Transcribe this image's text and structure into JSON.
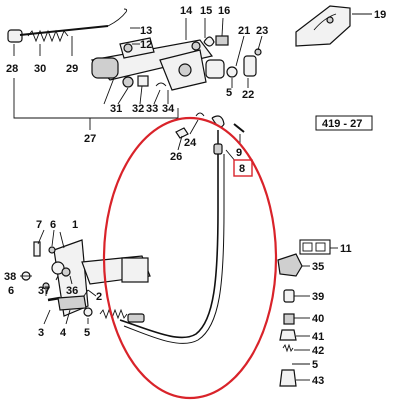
{
  "diagram": {
    "ref_code": "419 - 27",
    "callouts": {
      "c1": "1",
      "c2": "2",
      "c3": "3",
      "c4": "4",
      "c5": "5",
      "c6a": "6",
      "c6b": "6",
      "c7": "7",
      "c8": "8",
      "c9": "9",
      "c11": "11",
      "c12": "12",
      "c13": "13",
      "c14": "14",
      "c15": "15",
      "c16": "16",
      "c19": "19",
      "c21": "21",
      "c22": "22",
      "c23": "23",
      "c24": "24",
      "c26": "26",
      "c27": "27",
      "c28": "28",
      "c29": "29",
      "c30": "30",
      "c31": "31",
      "c32": "32",
      "c33": "33",
      "c34": "34",
      "c35": "35",
      "c36": "36",
      "c37": "37",
      "c38": "38",
      "c39": "39",
      "c40": "40",
      "c41": "41",
      "c42": "42",
      "c43": "43"
    },
    "highlight_color": "#d9232a"
  }
}
